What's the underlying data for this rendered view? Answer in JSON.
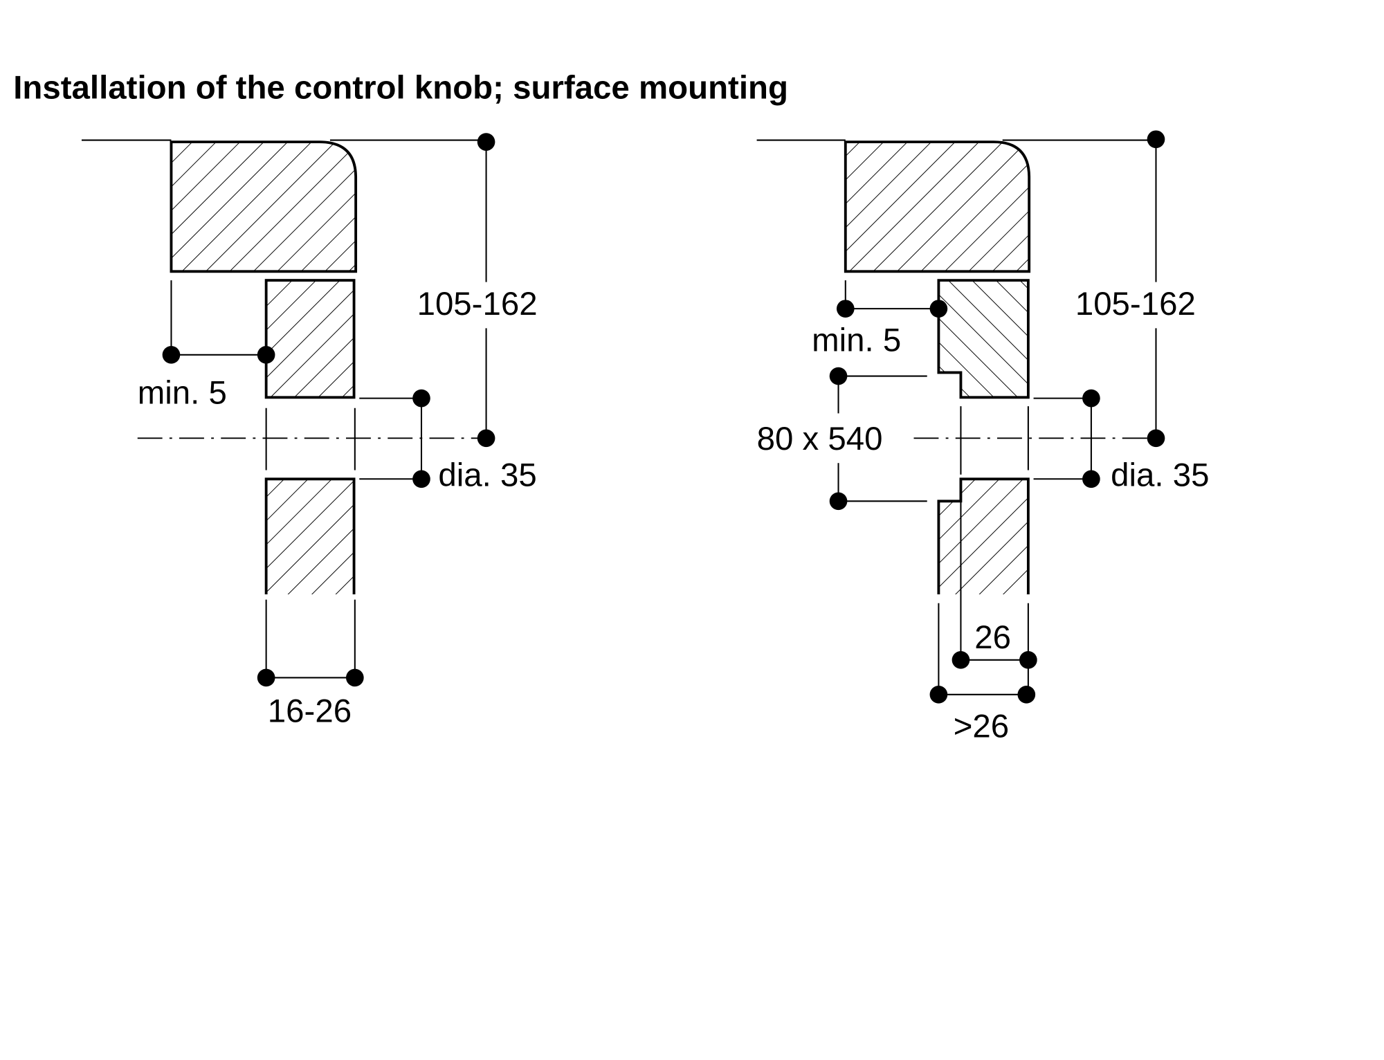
{
  "title": "Installation of the control knob; surface mounting",
  "left_diagram": {
    "height_label": "105-162",
    "min_label": "min. 5",
    "diameter_label": "dia. 35",
    "thickness_label": "16-26"
  },
  "right_diagram": {
    "height_label": "105-162",
    "min_label": "min. 5",
    "cutout_label": "80 x 540",
    "diameter_label": "dia. 35",
    "inner_thickness_label": "26",
    "outer_thickness_label": ">26"
  }
}
